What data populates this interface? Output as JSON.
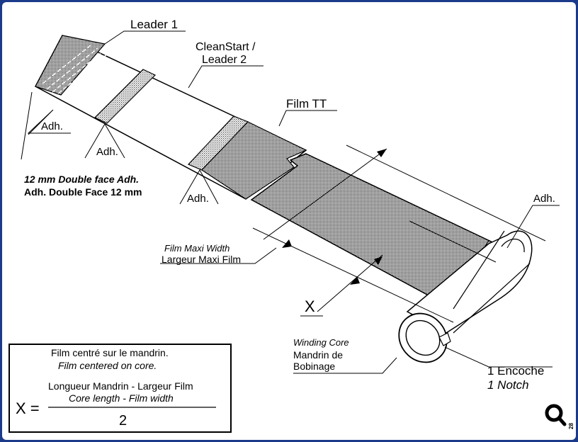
{
  "labels": {
    "leader1": "Leader 1",
    "cleanstart_line1": "CleanStart /",
    "cleanstart_line2": "Leader 2",
    "film_tt": "Film TT",
    "adh_a": "Adh.",
    "adh_b": "Adh.",
    "adh_c": "Adh.",
    "adh_d": "Adh.",
    "double_face_en": "12 mm Double face Adh.",
    "double_face_fr": "Adh. Double Face 12 mm",
    "film_max_width_en": "Film Maxi Width",
    "film_max_width_fr": "Largeur Maxi Film",
    "x_label": "X",
    "winding_core_en": "Winding Core",
    "winding_core_fr_1": "Mandrin de",
    "winding_core_fr_2": "Bobinage",
    "notch_fr": "1 Encoche",
    "notch_en": "1 Notch"
  },
  "formula": {
    "line_fr": "Film centré sur le mandrin.",
    "line_en": "Film centered on core.",
    "x_eq": "X =",
    "numerator_fr": "Longueur Mandrin - Largeur Film",
    "numerator_en": "Core length - Film width",
    "denominator": "2"
  },
  "corner": {
    "page_number": "28"
  },
  "colors": {
    "frame": "#1c3a8a",
    "background": "#ffffff",
    "ink": "#000000"
  },
  "icons": [
    "magnifier-icon"
  ]
}
